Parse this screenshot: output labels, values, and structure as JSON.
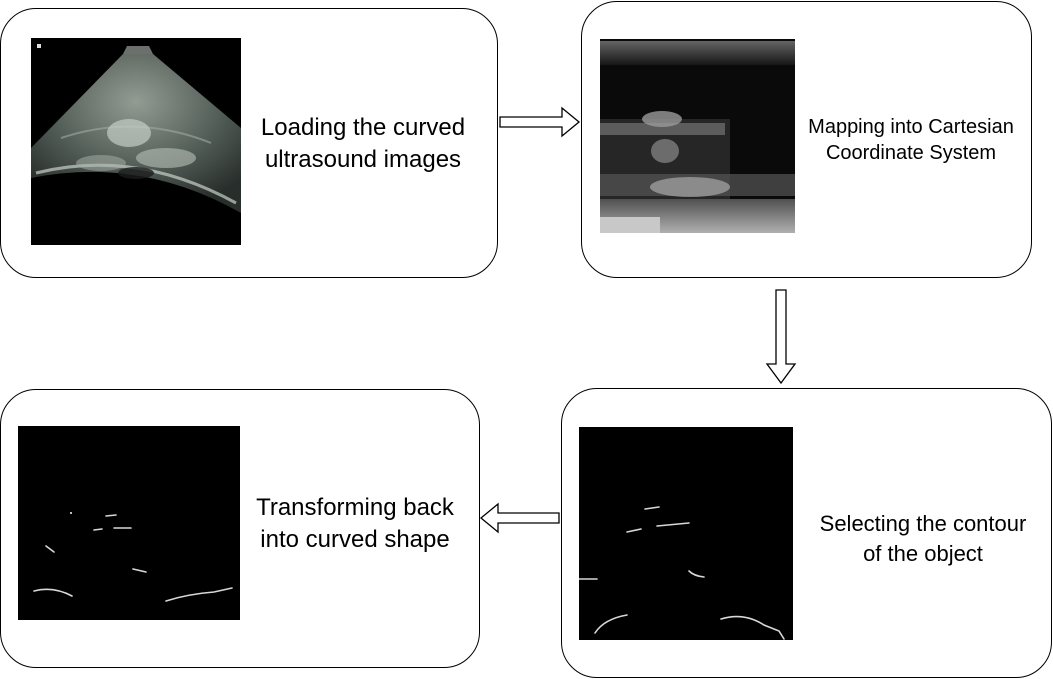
{
  "steps": [
    {
      "id": "load",
      "lines": [
        "Loading the curved",
        "ultrasound images"
      ],
      "image": "curved-ultrasound-image"
    },
    {
      "id": "map",
      "lines": [
        "Mapping into Cartesian",
        "Coordinate System"
      ],
      "image": "cartesian-ultrasound-image"
    },
    {
      "id": "select",
      "lines": [
        "Selecting the contour",
        "of the object"
      ],
      "image": "contour-cartesian-image"
    },
    {
      "id": "transform",
      "lines": [
        "Transforming back",
        "into curved shape"
      ],
      "image": "contour-curved-image"
    }
  ],
  "colors": {
    "border": "#000000",
    "image_bg": "#000000",
    "contour": "#d8d8d8"
  }
}
